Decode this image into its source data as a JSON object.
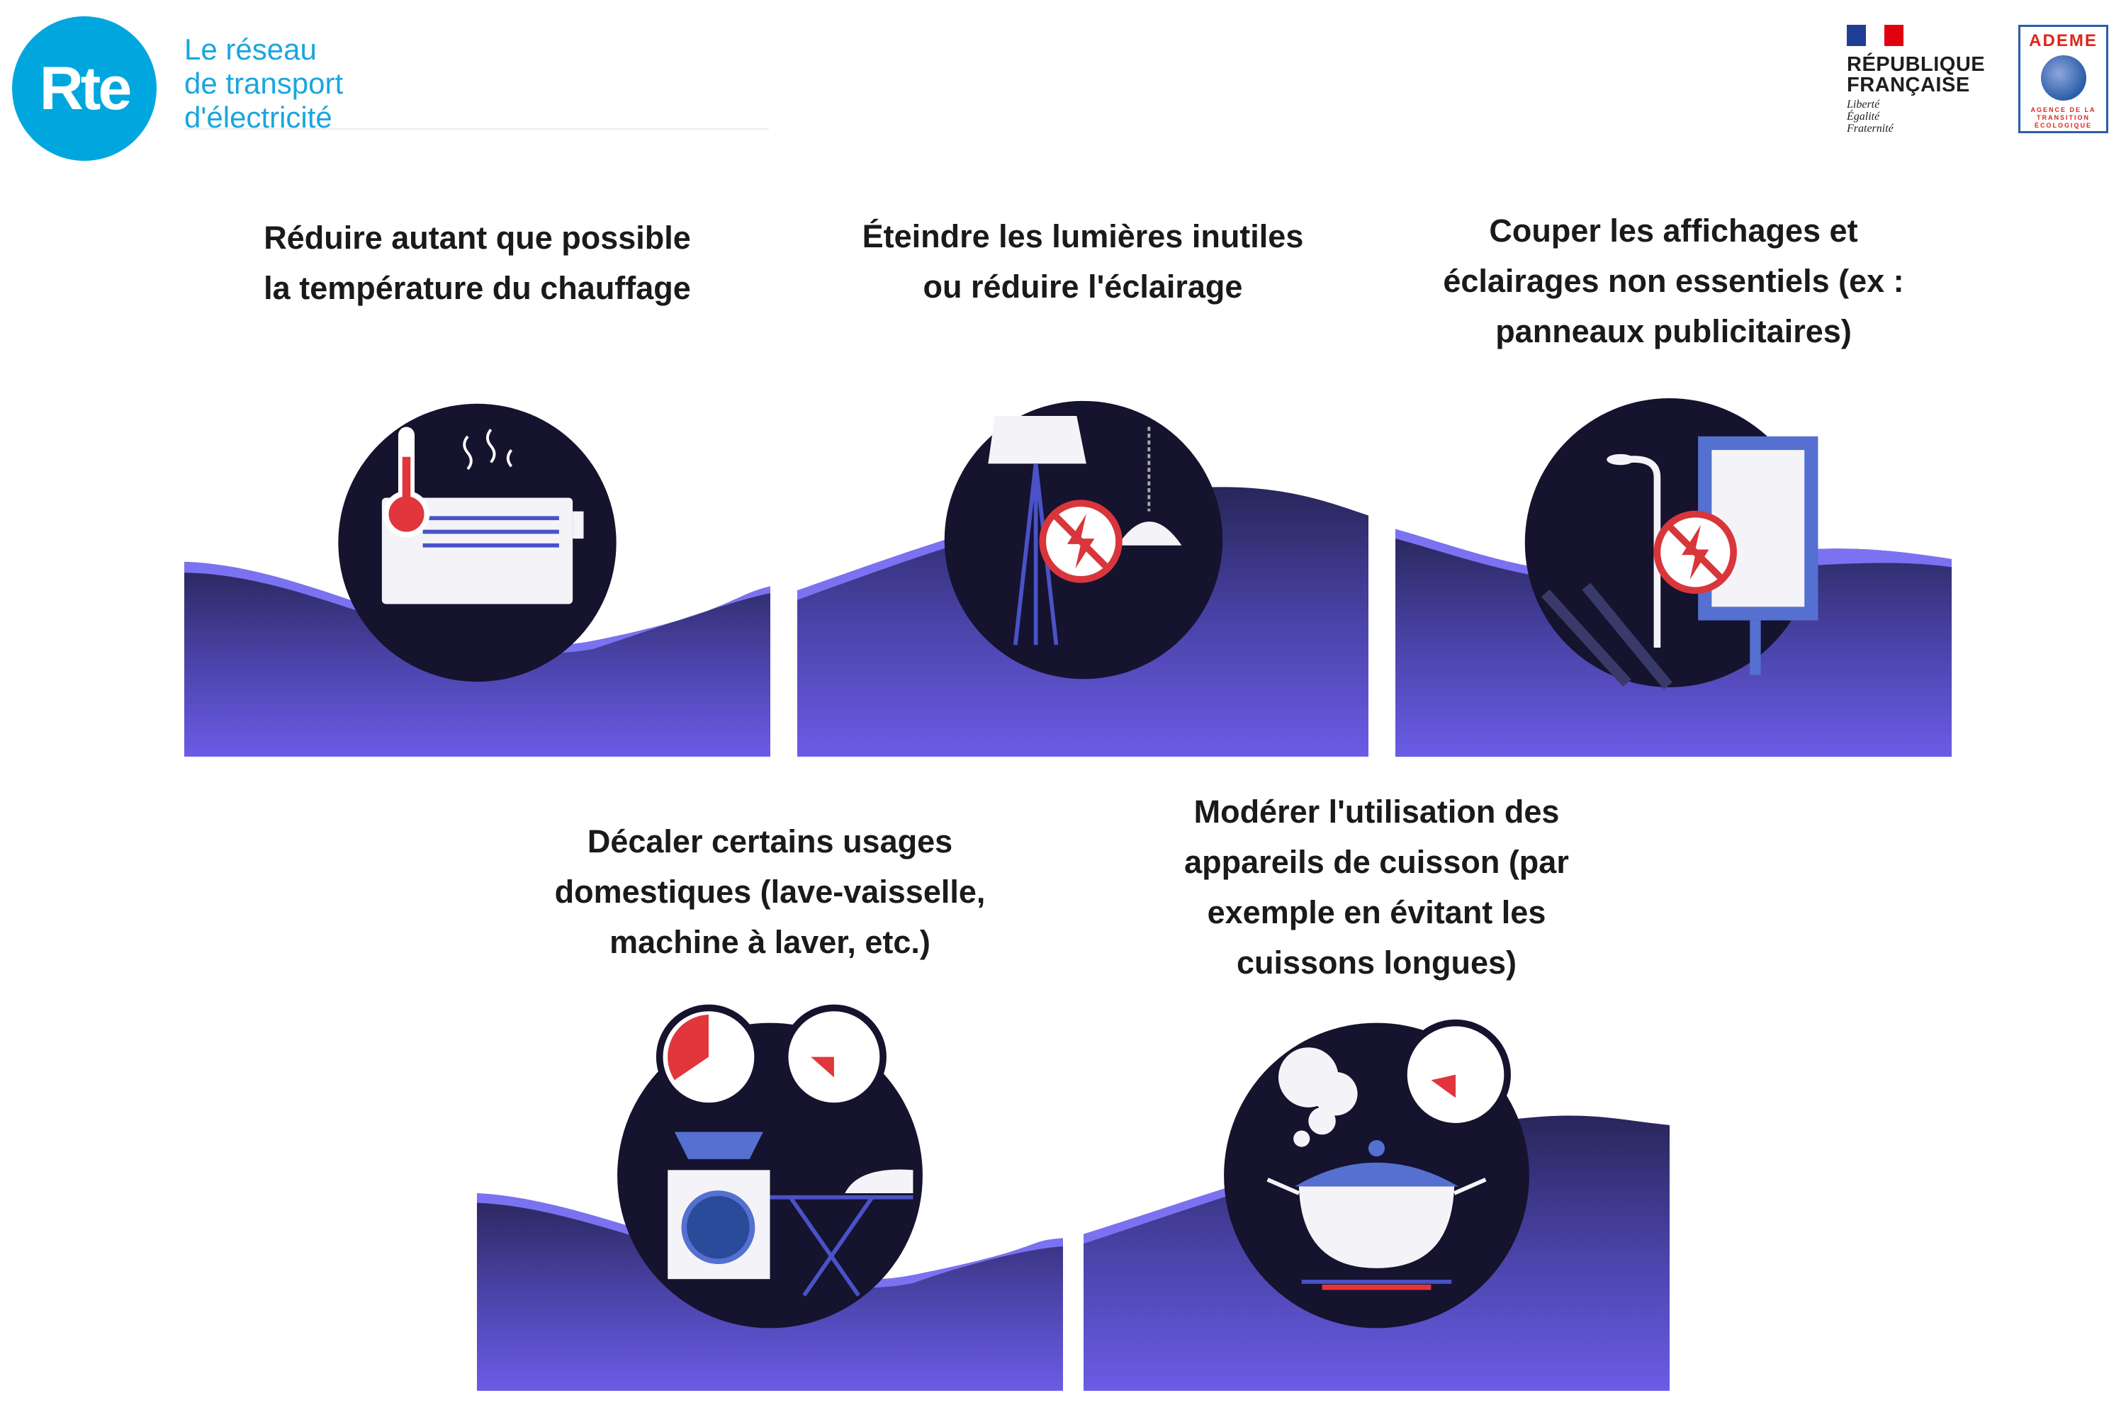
{
  "header": {
    "rte_logo": "Rte",
    "rte_tagline": [
      "Le réseau",
      "de transport",
      "d'électricité"
    ],
    "rf_name": [
      "RÉPUBLIQUE",
      "FRANÇAISE"
    ],
    "rf_motto": [
      "Liberté",
      "Égalité",
      "Fraternité"
    ],
    "ademe_title": "ADEME",
    "ademe_sub": [
      "AGENCE DE LA",
      "TRANSITION",
      "ÉCOLOGIQUE"
    ]
  },
  "colors": {
    "rte_blue": "#00a7de",
    "navy": "#15132e",
    "purple": "#6658e0",
    "red": "#e23a3a"
  },
  "cards": [
    {
      "title": [
        "Réduire autant que possible",
        "la température du chauffage"
      ],
      "icon": "radiator-thermometer-icon"
    },
    {
      "title": [
        "Éteindre les lumières inutiles",
        "ou réduire l'éclairage"
      ],
      "icon": "lamps-no-power-icon"
    },
    {
      "title": [
        "Couper les affichages et",
        "éclairages non essentiels (ex :",
        "panneaux publicitaires)"
      ],
      "icon": "billboard-streetlight-no-power-icon"
    },
    {
      "title": [
        "Décaler certains usages",
        "domestiques (lave-vaisselle,",
        "machine à laver, etc.)"
      ],
      "icon": "washing-machine-clocks-icon"
    },
    {
      "title": [
        "Modérer l'utilisation des",
        "appareils de cuisson (par",
        "exemple en évitant les",
        "cuissons longues)"
      ],
      "icon": "cooking-pot-timer-icon"
    }
  ]
}
